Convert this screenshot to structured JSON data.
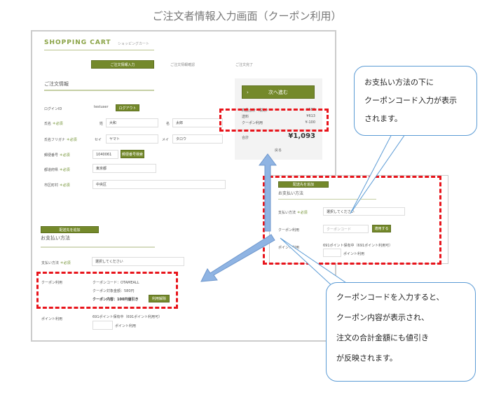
{
  "title": "ご注文者情報入力画面（クーポン利用）",
  "cart": {
    "brand": "SHOPPING CART",
    "brand_sub": "ショッピングカート",
    "steps": [
      "ご注文情報入力",
      "ご注文情報確認",
      "ご注文完了"
    ],
    "section_order": "ご注文情報",
    "required": "＊必須",
    "login_label": "ログインID",
    "login_value": "testuser",
    "logout": "ログアウト",
    "name_label": "氏名",
    "sei_label": "姓",
    "sei_value": "大和",
    "mei_label": "名",
    "mei_value": "太郎",
    "kana_label": "氏名フリガナ",
    "kana_sei_label": "セイ",
    "kana_sei_value": "ヤマト",
    "kana_mei_label": "メイ",
    "kana_mei_value": "タロウ",
    "zip_label": "郵便番号",
    "zip_value": "1040061",
    "zip_button": "郵便番号検索",
    "pref_label": "都道府県",
    "pref_value": "東京都",
    "city_label": "市区町村",
    "city_value": "中央区",
    "add_address": "配送先を追加",
    "section_payment": "お支払い方法",
    "pay_label": "支払い方法",
    "pay_value": "選択してください",
    "coupon_label": "クーポン利用",
    "coupon_code": "クーポンコード：OTAMEALL",
    "coupon_target": "クーポン対象金額：580円",
    "coupon_content": "クーポン内容：100円値引き",
    "coupon_cancel": "利用解除",
    "point_label": "ポイント利用",
    "point_info": "691ポイント保有中（691ポイント利用可）",
    "point_use": "ポイント利用"
  },
  "summary": {
    "next": "次へ進む",
    "rows": [
      {
        "label": "商品合計（税込）",
        "value": "¥580"
      },
      {
        "label": "送料",
        "value": "¥613"
      },
      {
        "label": "クーポン利用",
        "value": "¥-100"
      }
    ],
    "total_label": "合計",
    "total_value": "¥1,093",
    "back": "戻る"
  },
  "inset": {
    "add_address": "配送先を追加",
    "section": "お支払い方法",
    "pay_label": "支払い方法",
    "required": "＊必須",
    "pay_value": "選択してください",
    "coupon_label": "クーポン利用",
    "coupon_placeholder": "クーポンコード",
    "apply": "適用する",
    "point_label": "ポイント利用",
    "point_info": "691ポイント保有中（691ポイント利用可）",
    "point_use": "ポイント利用"
  },
  "callouts": {
    "top": [
      "お支払い方法の下に",
      "クーポンコード入力が表示",
      "されます。"
    ],
    "bottom": [
      "クーポンコードを入力すると、",
      "クーポン内容が表示され、",
      "注文の合計金額にも値引き",
      "が反映されます。"
    ]
  },
  "colors": {
    "accent": "#74892b",
    "highlight": "#e8141b",
    "arrow": "#8fb4e3"
  }
}
